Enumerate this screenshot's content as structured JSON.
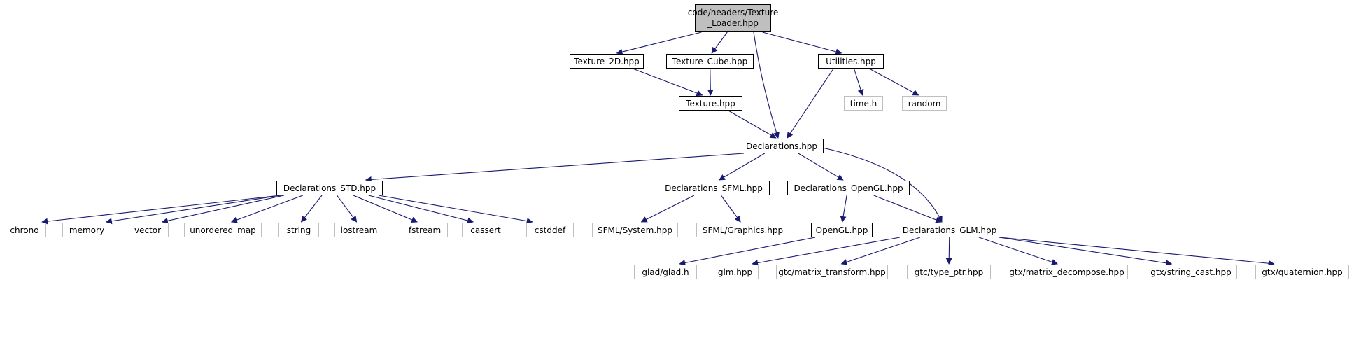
{
  "root": {
    "label": "code/headers/Texture_Loader.hpp",
    "line1": "code/headers/Texture",
    "line2": "_Loader.hpp"
  },
  "nodes": {
    "texture_2d": "Texture_2D.hpp",
    "texture_cube": "Texture_Cube.hpp",
    "utilities": "Utilities.hpp",
    "texture": "Texture.hpp",
    "time_h": "time.h",
    "random": "random",
    "declarations": "Declarations.hpp",
    "declarations_std": "Declarations_STD.hpp",
    "declarations_sfml": "Declarations_SFML.hpp",
    "declarations_opengl": "Declarations_OpenGL.hpp",
    "chrono": "chrono",
    "memory": "memory",
    "vector": "vector",
    "unordered_map": "unordered_map",
    "string": "string",
    "iostream": "iostream",
    "fstream": "fstream",
    "cassert": "cassert",
    "cstddef": "cstddef",
    "sfml_system": "SFML/System.hpp",
    "sfml_graphics": "SFML/Graphics.hpp",
    "opengl": "OpenGL.hpp",
    "declarations_glm": "Declarations_GLM.hpp",
    "glad": "glad/glad.h",
    "glm": "glm.hpp",
    "gtc_matrix_transform": "gtc/matrix_transform.hpp",
    "gtc_type_ptr": "gtc/type_ptr.hpp",
    "gtx_matrix_decompose": "gtx/matrix_decompose.hpp",
    "gtx_string_cast": "gtx/string_cast.hpp",
    "gtx_quaternion": "gtx/quaternion.hpp"
  },
  "edges": [
    [
      "root",
      "texture_2d"
    ],
    [
      "root",
      "texture_cube"
    ],
    [
      "root",
      "declarations"
    ],
    [
      "root",
      "utilities"
    ],
    [
      "texture_2d",
      "texture"
    ],
    [
      "texture_cube",
      "texture"
    ],
    [
      "texture",
      "declarations"
    ],
    [
      "utilities",
      "declarations"
    ],
    [
      "utilities",
      "time_h"
    ],
    [
      "utilities",
      "random"
    ],
    [
      "declarations",
      "declarations_std"
    ],
    [
      "declarations",
      "declarations_sfml"
    ],
    [
      "declarations",
      "declarations_opengl"
    ],
    [
      "declarations",
      "declarations_glm"
    ],
    [
      "declarations_std",
      "chrono"
    ],
    [
      "declarations_std",
      "memory"
    ],
    [
      "declarations_std",
      "vector"
    ],
    [
      "declarations_std",
      "unordered_map"
    ],
    [
      "declarations_std",
      "string"
    ],
    [
      "declarations_std",
      "iostream"
    ],
    [
      "declarations_std",
      "fstream"
    ],
    [
      "declarations_std",
      "cassert"
    ],
    [
      "declarations_std",
      "cstddef"
    ],
    [
      "declarations_sfml",
      "sfml_system"
    ],
    [
      "declarations_sfml",
      "sfml_graphics"
    ],
    [
      "declarations_opengl",
      "opengl"
    ],
    [
      "declarations_opengl",
      "declarations_glm"
    ],
    [
      "opengl",
      "glad"
    ],
    [
      "declarations_glm",
      "glm"
    ],
    [
      "declarations_glm",
      "gtc_matrix_transform"
    ],
    [
      "declarations_glm",
      "gtc_type_ptr"
    ],
    [
      "declarations_glm",
      "gtx_matrix_decompose"
    ],
    [
      "declarations_glm",
      "gtx_string_cast"
    ],
    [
      "declarations_glm",
      "gtx_quaternion"
    ]
  ],
  "colors": {
    "edge": "#191970",
    "root_fill": "#bfbfbf",
    "local_border": "#000000",
    "external_border": "#bfbfbf"
  }
}
